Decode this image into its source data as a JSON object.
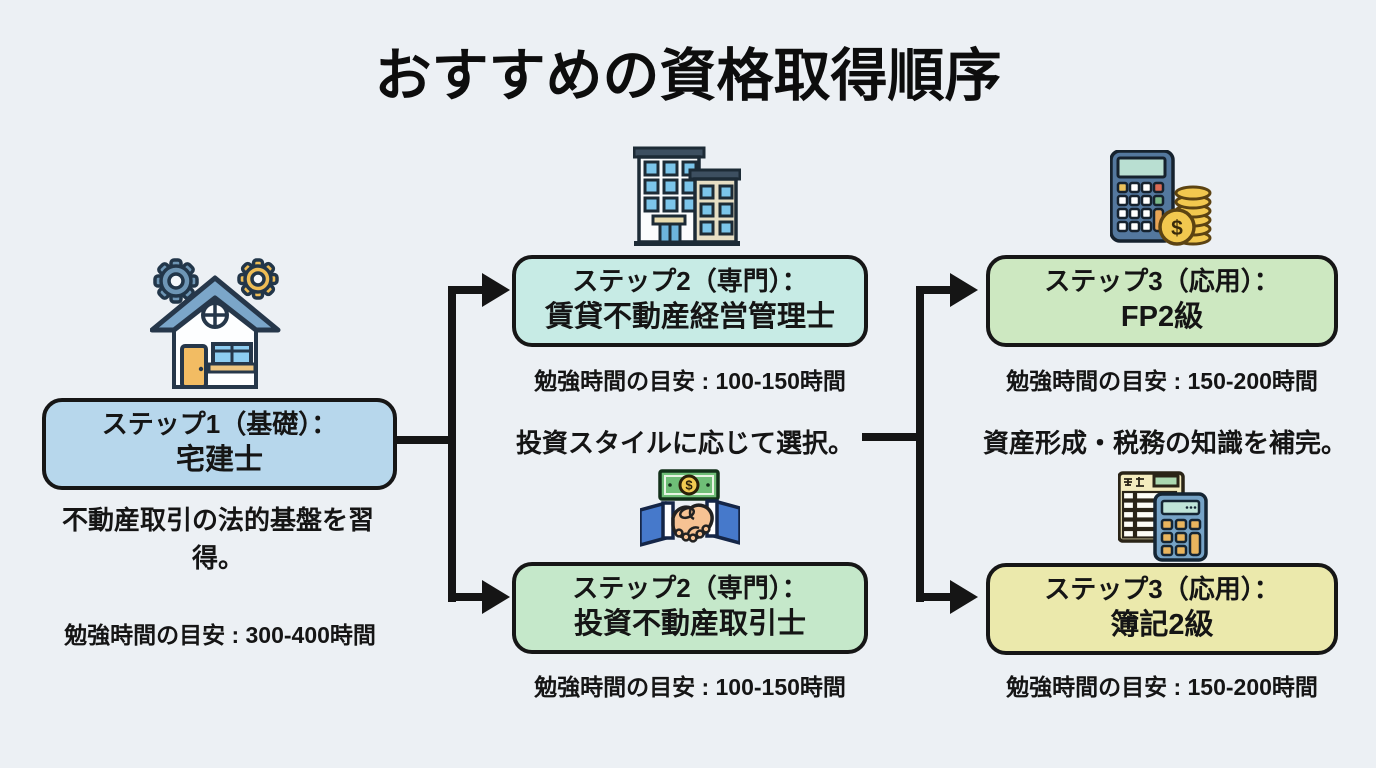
{
  "title": "おすすめの資格取得順序",
  "steps": [
    {
      "id": "step1",
      "line1": "ステップ1（基礎）：",
      "line2": "宅建士",
      "description": "不動産取引の法的基盤を習得。",
      "study_time": "勉強時間の目安 : 300-400時間",
      "box_color": "#b7d7ec",
      "icon": "house-gears-icon"
    },
    {
      "id": "step2a",
      "line1": "ステップ2（専門）：",
      "line2": "賃貸不動産経営管理士",
      "study_time": "勉強時間の目安 : 100-150時間",
      "box_color": "#c7ebe5",
      "icon": "office-buildings-icon"
    },
    {
      "id": "step2b",
      "line1": "ステップ2（専門）：",
      "line2": "投資不動産取引士",
      "study_time": "勉強時間の目安 : 100-150時間",
      "box_color": "#c5e8ca",
      "icon": "handshake-money-icon"
    },
    {
      "id": "step3a",
      "line1": "ステップ3（応用）：",
      "line2": "FP2級",
      "study_time": "勉強時間の目安 : 150-200時間",
      "box_color": "#cde8c1",
      "icon": "calculator-coins-icon"
    },
    {
      "id": "step3b",
      "line1": "ステップ3（応用）：",
      "line2": "簿記2級",
      "study_time": "勉強時間の目安 : 150-200時間",
      "box_color": "#ebe9ac",
      "icon": "ledger-calculator-icon"
    }
  ],
  "annotations": {
    "branch2_note": "投資スタイルに応じて選択。",
    "branch3_note": "資産形成・税務の知識を補完。"
  },
  "colors": {
    "background": "#ecf0f4",
    "ink": "#151515",
    "step1_box": "#b7d7ec",
    "step2a_box": "#c7ebe5",
    "step2b_box": "#c5e8ca",
    "step3a_box": "#cde8c1",
    "step3b_box": "#ebe9ac"
  }
}
